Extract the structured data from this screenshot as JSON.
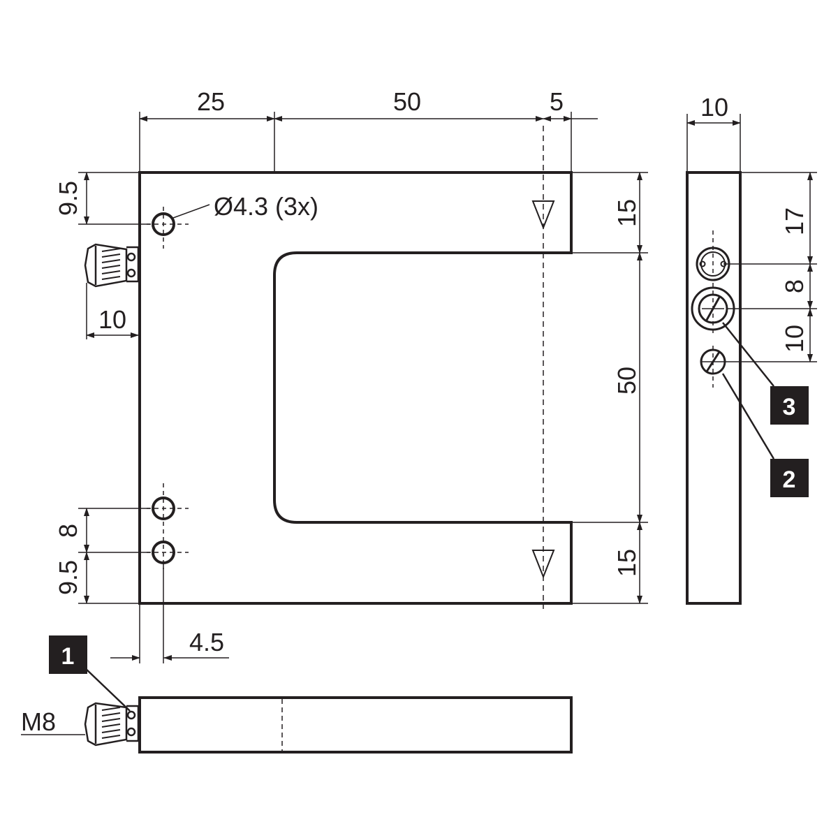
{
  "dimensions": {
    "top_width_25": "25",
    "top_gap_50": "50",
    "top_arm_5": "5",
    "side_thickness_10": "10",
    "hole_offset_top": "9.5",
    "hole_diameter": "Ø4.3 (3x)",
    "connector_length": "10",
    "hole_spacing_bottom": "8",
    "hole_offset_bottom": "9.5",
    "hole_inset": "4.5",
    "arm_height_top": "15",
    "slot_height": "50",
    "arm_height_bottom": "15",
    "side_top_17": "17",
    "side_mid_8": "8",
    "side_low_10": "10",
    "thread": "M8"
  },
  "callouts": {
    "c1": "1",
    "c2": "2",
    "c3": "3"
  },
  "colors": {
    "line": "#231f20",
    "badge_bg": "#231f20",
    "badge_text": "#ffffff"
  }
}
